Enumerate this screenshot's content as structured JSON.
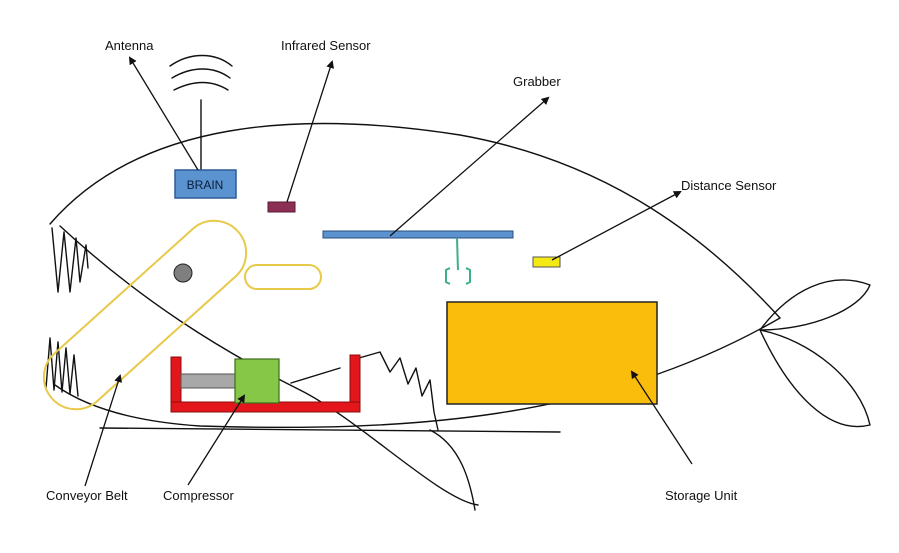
{
  "labels": {
    "antenna": "Antenna",
    "infrared_sensor": "Infrared Sensor",
    "grabber": "Grabber",
    "distance_sensor": "Distance Sensor",
    "conveyor_belt": "Conveyor Belt",
    "compressor": "Compressor",
    "storage_unit": "Storage Unit"
  },
  "brain": {
    "label": "BRAIN"
  },
  "colors": {
    "brain_fill": "#5b93d1",
    "brain_stroke": "#2b5d97",
    "infrared_fill": "#8c2f55",
    "grabber_fill": "#5b93d1",
    "grabber_hook": "#3fae8f",
    "distance_fill": "#f3ea14",
    "storage_fill": "#fbbd0b",
    "storage_stroke": "#222222",
    "conveyor_stroke": "#e8c94a",
    "compressor_fill": "#86c747",
    "frame_fill": "#e3171b",
    "piston_fill": "#a8a8a8",
    "eye_fill": "#7f7f7f"
  }
}
